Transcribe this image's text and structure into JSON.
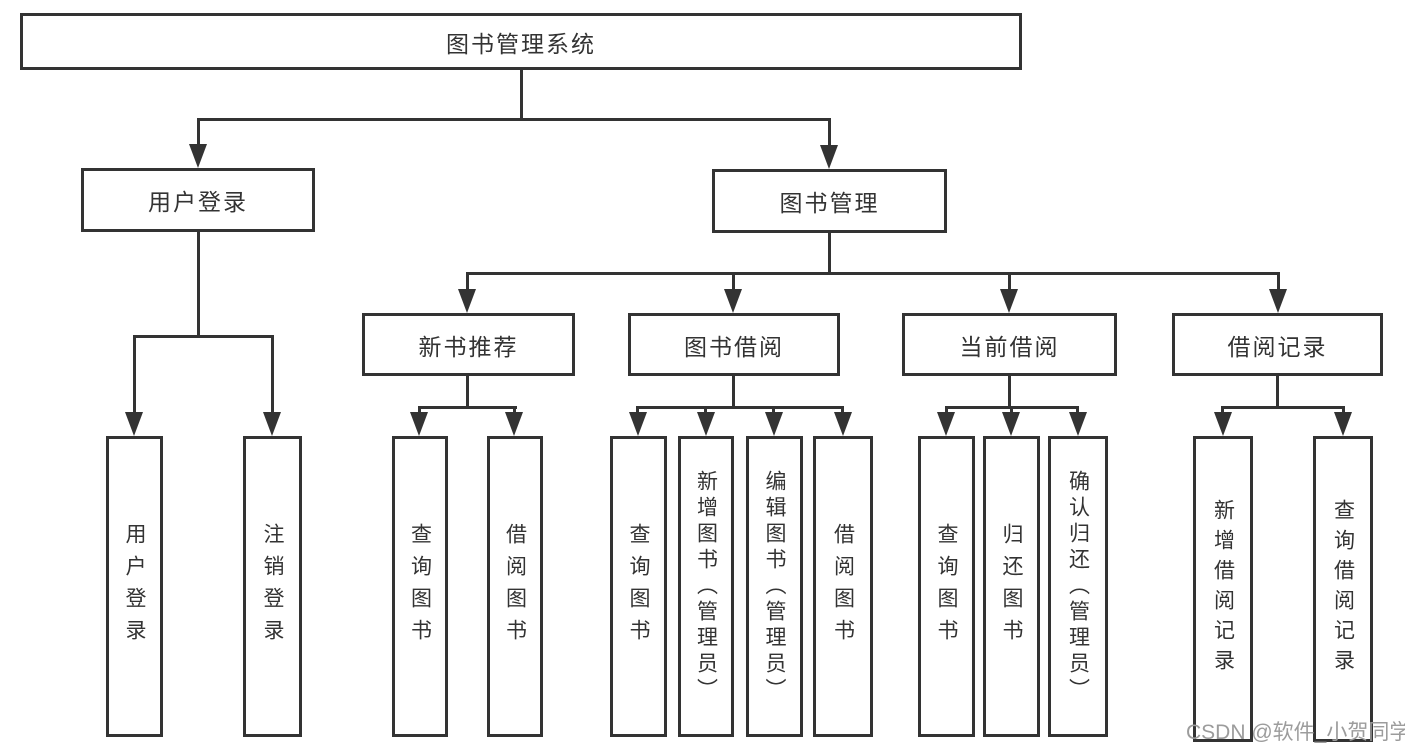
{
  "diagram": {
    "root": {
      "label": "图书管理系统"
    },
    "level2": [
      {
        "label": "用户登录"
      },
      {
        "label": "图书管理"
      }
    ],
    "level3": [
      {
        "label": "新书推荐"
      },
      {
        "label": "图书借阅"
      },
      {
        "label": "当前借阅"
      },
      {
        "label": "借阅记录"
      }
    ],
    "leaves": {
      "user_login": [
        {
          "label": "用户登录"
        },
        {
          "label": "注销登录"
        }
      ],
      "new_books": [
        {
          "label": "查询图书"
        },
        {
          "label": "借阅图书"
        }
      ],
      "book_borrow": [
        {
          "label": "查询图书"
        },
        {
          "label": "新增图书（管理员）"
        },
        {
          "label": "编辑图书（管理员）"
        },
        {
          "label": "借阅图书"
        }
      ],
      "current_borrow": [
        {
          "label": "查询图书"
        },
        {
          "label": "归还图书"
        },
        {
          "label": "确认归还（管理员）"
        }
      ],
      "borrow_records": [
        {
          "label": "新增借阅记录"
        },
        {
          "label": "查询借阅记录"
        }
      ]
    },
    "watermark": "CSDN @软件_小贺同学",
    "colors": {
      "line": "#333333",
      "text": "#333333",
      "watermark": "#9c9c9c",
      "background": "#ffffff"
    }
  }
}
